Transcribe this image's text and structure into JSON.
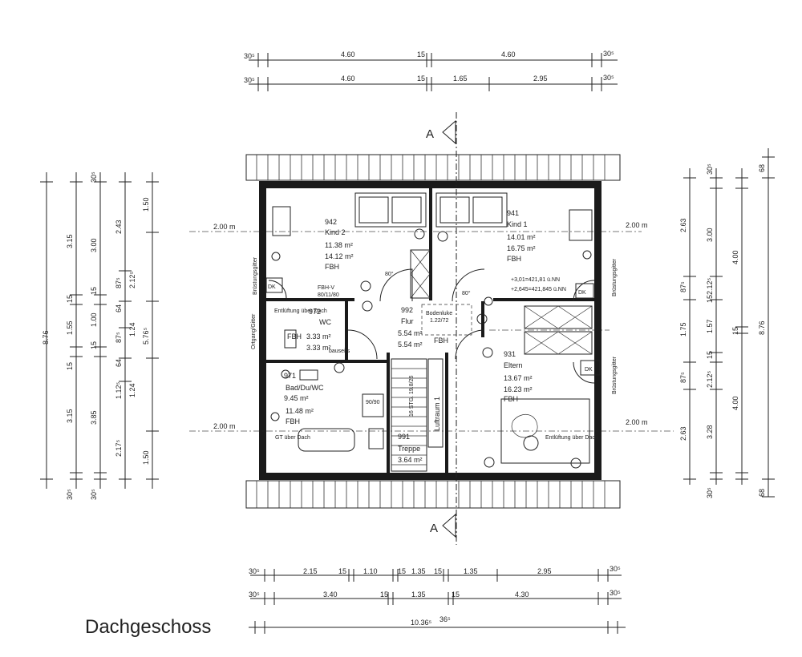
{
  "title": "Dachgeschoss",
  "section_marker": "A",
  "top_dims": {
    "row1": [
      "30⁵",
      "4.60",
      "15",
      "4.60",
      "30⁵"
    ],
    "row2": [
      "30⁵",
      "4.60",
      "15",
      "1.65",
      "2.95",
      "30⁵"
    ]
  },
  "bottom_dims": {
    "row1": [
      "30⁵",
      "2.15",
      "15",
      "1.10",
      "15",
      "1.35",
      "15",
      "1.35",
      "2.95",
      "30⁵"
    ],
    "row2": [
      "30⁵",
      "3.40",
      "15",
      "1.35",
      "15",
      "4.30",
      "30⁵"
    ],
    "row3": [
      "10.36⁵",
      "36⁵"
    ]
  },
  "left_dims": {
    "col1": [
      "8.76"
    ],
    "col2": [
      "3.15",
      "15",
      "1.55",
      "15",
      "3.15",
      "30⁵"
    ],
    "col3": [
      "30⁵",
      "3.00",
      "15",
      "1.00",
      "15",
      "3.85",
      "30⁵"
    ],
    "col4": [
      "2.43",
      "87⁵",
      "64",
      "87⁵",
      "64",
      "1.12⁵",
      "2.17⁵"
    ],
    "col5": [
      "1.50",
      "2.12⁵",
      "1.24",
      "1.24",
      "1.50"
    ],
    "col6": [
      "5.76⁵"
    ]
  },
  "right_dims": {
    "col1": [
      "2.63",
      "87⁵",
      "1.75",
      "87⁵",
      "2.63",
      "30⁵"
    ],
    "col2": [
      "30⁵",
      "3.00",
      "2.12⁵",
      "15",
      "1.57",
      "15",
      "2.12⁵",
      "3.28",
      "30⁵"
    ],
    "col3": [
      "4.00",
      "15",
      "4.00"
    ],
    "col4": [
      "68",
      "8.76",
      "68"
    ]
  },
  "height_lines": [
    "2.00 m",
    "2.00 m",
    "2.00 m",
    "2.00 m"
  ],
  "rooms": [
    {
      "no": "942",
      "name": "Kind 2",
      "a1": "11.38 m²",
      "a2": "14.12 m²",
      "heat": "FBH"
    },
    {
      "no": "941",
      "name": "Kind 1",
      "a1": "14.01 m²",
      "a2": "16.75 m²",
      "heat": "FBH"
    },
    {
      "no": "972",
      "name": "WC",
      "a1": "3.33 m²",
      "a2": "3.33 m²",
      "heat": "FBH"
    },
    {
      "no": "992",
      "name": "Flur",
      "a1": "5.54 m²",
      "a2": "5.54 m²",
      "heat": "FBH"
    },
    {
      "no": "971",
      "name": "Bad/Du/WC",
      "a1": "9.45 m²",
      "a2": "11.48 m²",
      "heat": "FBH"
    },
    {
      "no": "931",
      "name": "Eltern",
      "a1": "13.67 m²",
      "a2": "16.23 m²",
      "heat": "FBH"
    },
    {
      "no": "991",
      "name": "Treppe",
      "a1": "3.64 m²"
    }
  ],
  "labels": {
    "dk": "DK",
    "fbhv": "FBH-V",
    "fbhv_size": "80/11/80",
    "entl_wc": "Entlüftung über Dach",
    "entl_el": "Entlüftung über Dach",
    "bodenluke": "Bodenluke",
    "bodenluke_size": "1.22/72",
    "luftraum": "Luftraum 1",
    "stairs": "16 STG. 19.8/26",
    "level1": "+3,01=421,81 ü.NN",
    "level2": "+2,645=421,845 ü.NN",
    "gt": "GT über Dach",
    "bruestung": "Brüstungsgitter",
    "ortgang": "Ortgang/Gitter",
    "bauseits": "bauseits",
    "shower": "90/90",
    "angle": "80°"
  }
}
